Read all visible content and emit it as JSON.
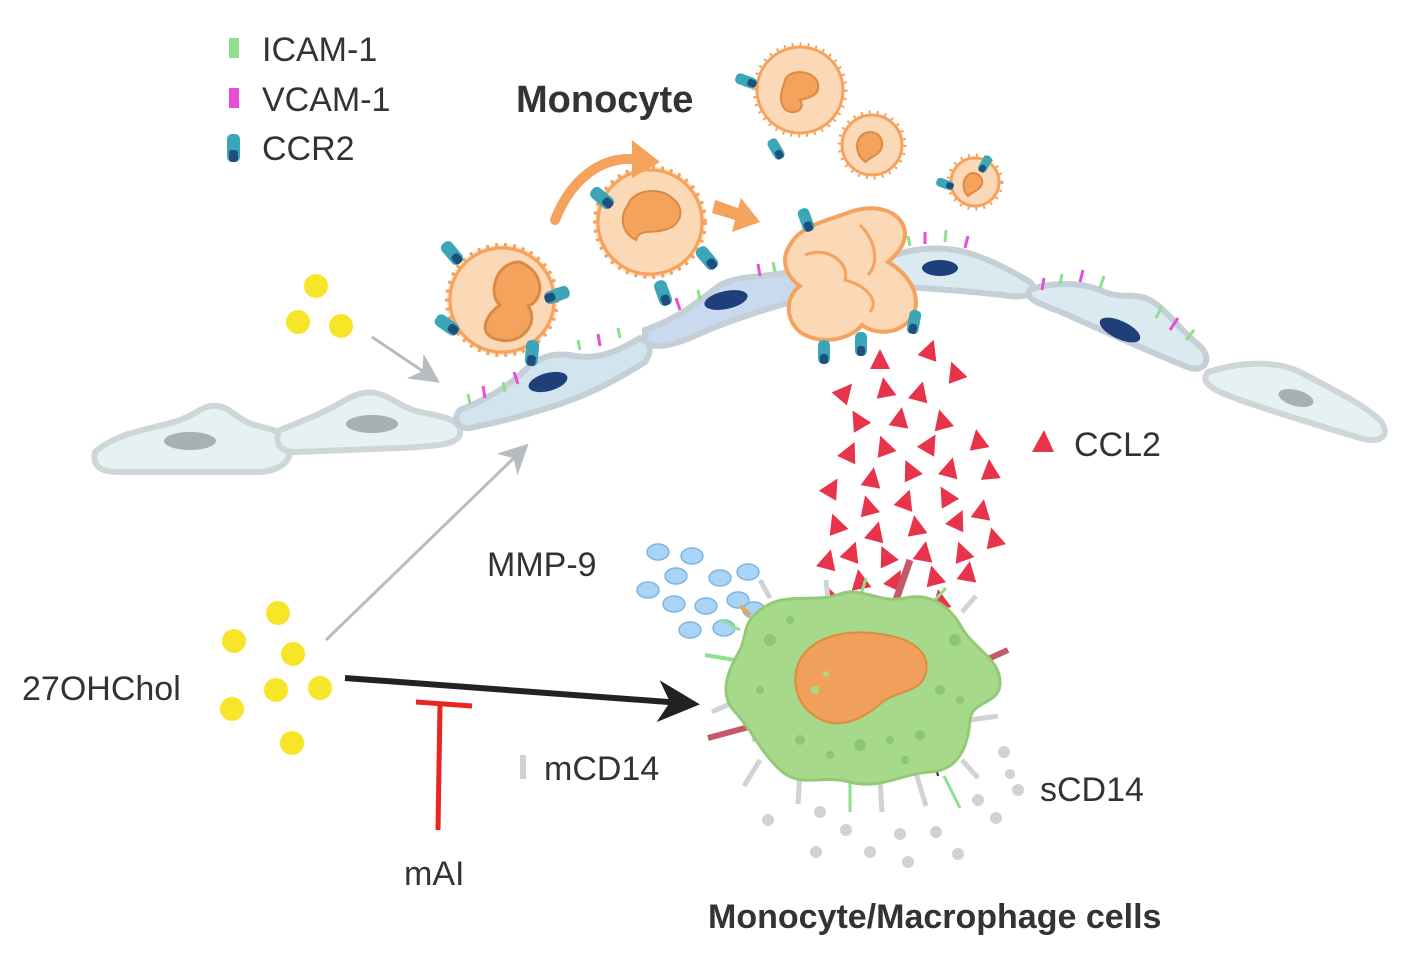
{
  "legend": {
    "icam": "ICAM-1",
    "vcam": "VCAM-1",
    "ccr2": "CCR2"
  },
  "labels": {
    "monocyte": "Monocyte",
    "ccl2": "CCL2",
    "mmp9": "MMP-9",
    "oxysterol": "27OHChol",
    "mcd14": "mCD14",
    "scd14": "sCD14",
    "inhibitor": "mAI",
    "macrophage": "Monocyte/Macrophage cells"
  },
  "colors": {
    "icam": "#8ee08e",
    "vcam": "#e84fd6",
    "ccr2": "#3aa6b8",
    "ccr2_dark": "#1f4f7a",
    "monocyte": "#f5a25d",
    "monocyte_fill": "#fcd9b6",
    "endothelium": "#dbeaf0",
    "nucleus": "#1f3f7a",
    "ccl2": "#e8344a",
    "mmp9": "#a9d4f5",
    "oxysterol": "#f7e52a",
    "macrophage": "#a6d98a",
    "macrophage_nucleus": "#f0a05a",
    "inhibitor": "#e8251f",
    "arrow_grey": "#b8bcbf",
    "arrow_black": "#222222"
  }
}
